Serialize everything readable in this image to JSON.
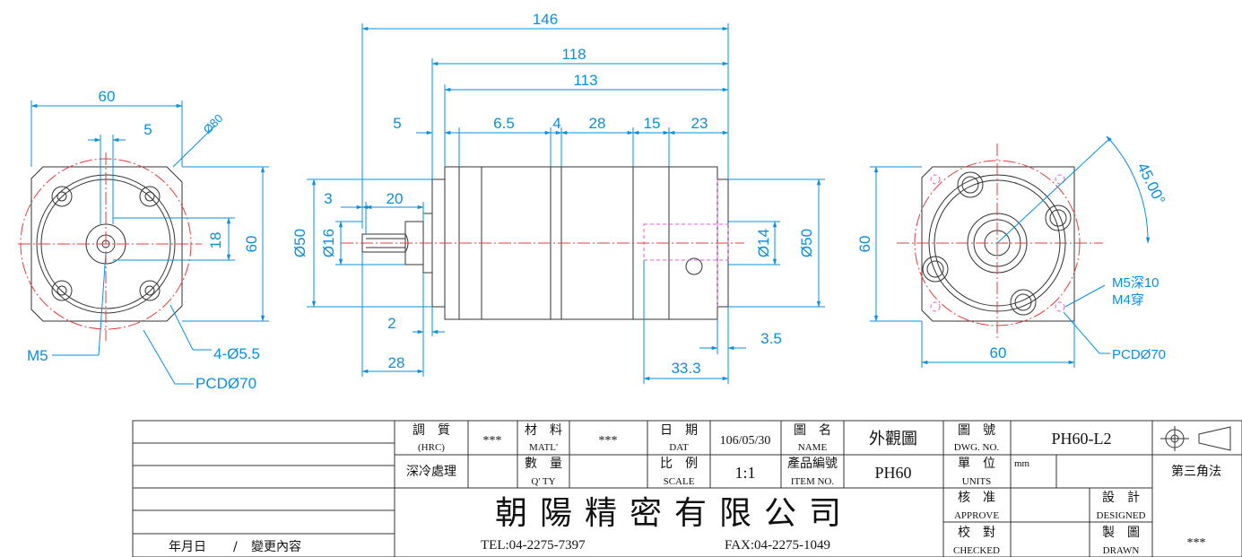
{
  "left_view": {
    "dim_width": "60",
    "dim_offset": "5",
    "dim_dia": "Ø80",
    "dim_18": "18",
    "dim_height": "60",
    "thread": "M5",
    "holes": "4-Ø5.5",
    "pcd": "PCDØ70"
  },
  "side_view": {
    "dim_146": "146",
    "dim_118": "118",
    "dim_113": "113",
    "dim_5": "5",
    "dim_6_5": "6.5",
    "dim_4": "4",
    "dim_28": "28",
    "dim_15": "15",
    "dim_23": "23",
    "dim_3": "3",
    "dim_20": "20",
    "dim_d50_left": "Ø50",
    "dim_d16": "Ø16",
    "dim_d14": "Ø14",
    "dim_d50_right": "Ø50",
    "dim_2": "2",
    "dim_28_bottom": "28",
    "dim_3_5": "3.5",
    "dim_33_3": "33.3"
  },
  "right_view": {
    "angle": "45.00°",
    "dim_height": "60",
    "dim_width": "60",
    "thread_1": "M5深10",
    "thread_2": "M4穿",
    "pcd": "PCDØ70"
  },
  "title_block": {
    "hardness_label_cn": "調　質",
    "hardness_label_en": "(HRC)",
    "hardness_value": "***",
    "material_label_cn": "材　料",
    "material_label_en": "MATL'",
    "material_value": "***",
    "date_label_cn": "日　期",
    "date_label_en": "DAT",
    "date_value": "106/05/30",
    "name_label_cn": "圖　名",
    "name_label_en": "NAME",
    "name_value": "外觀圖",
    "dwg_label_cn": "圖　號",
    "dwg_label_en": "DWG. NO.",
    "dwg_value": "PH60-L2",
    "treatment": "深冷處理",
    "qty_label_cn": "數　量",
    "qty_label_en": "Q' TY",
    "scale_label_cn": "比　例",
    "scale_label_en": "SCALE",
    "scale_value": "1:1",
    "item_label_cn": "產品編號",
    "item_label_en": "ITEM NO.",
    "item_value": "PH60",
    "units_label_cn": "單　位",
    "units_label_en": "UNITS",
    "units_value": "mm",
    "projection": "第三角法",
    "company": "朝陽精密有限公司",
    "tel": "TEL:04-2275-7397",
    "fax": "FAX:04-2275-1049",
    "approve_cn": "核　准",
    "approve_en": "APPROVE",
    "checked_cn": "校　對",
    "checked_en": "CHECKED",
    "designed_cn": "設　計",
    "designed_en": "DESIGNED",
    "drawn_cn": "製　圖",
    "drawn_en": "DRAWN",
    "drawn_value": "***",
    "revision_date": "年月日",
    "revision_sep": "/",
    "revision_content": "變更內容"
  }
}
